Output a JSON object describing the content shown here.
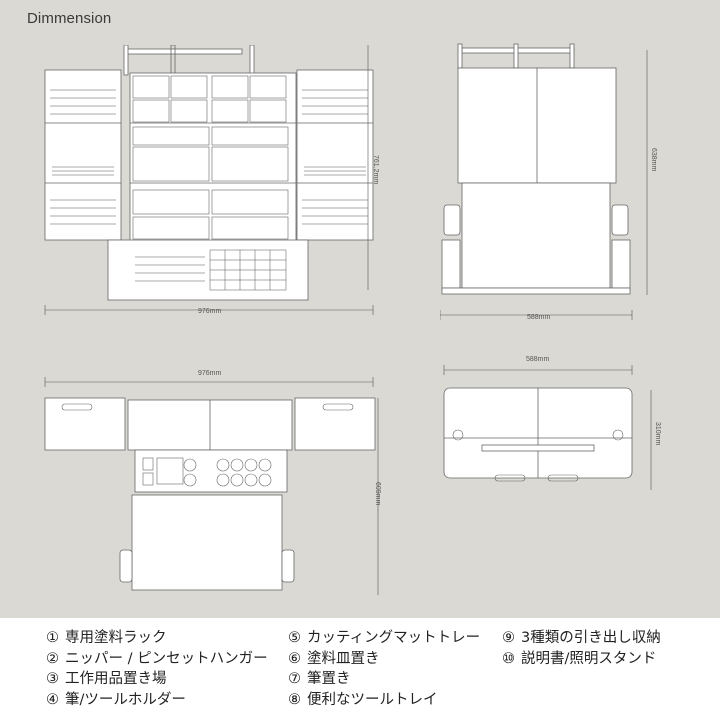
{
  "title": "Dimmension",
  "views": {
    "front": {
      "width_label": "976mm",
      "height_label": "761.2mm"
    },
    "side": {
      "width_label": "588mm",
      "height_label": "638mm"
    },
    "top_open": {
      "width_label": "976mm",
      "height_label": "609mm"
    },
    "top_closed": {
      "width_label": "588mm",
      "height_label": "310mm"
    }
  },
  "legend": {
    "items": [
      {
        "num": "①",
        "label": "専用塗料ラック"
      },
      {
        "num": "②",
        "label": "ニッパー / ピンセットハンガー"
      },
      {
        "num": "③",
        "label": "工作用品置き場"
      },
      {
        "num": "④",
        "label": "筆/ツールホルダー"
      },
      {
        "num": "⑤",
        "label": "カッティングマットトレー"
      },
      {
        "num": "⑥",
        "label": "塗料皿置き"
      },
      {
        "num": "⑦",
        "label": "筆置き"
      },
      {
        "num": "⑧",
        "label": "便利なツールトレイ"
      },
      {
        "num": "⑨",
        "label": "3種類の引き出し収納"
      },
      {
        "num": "⑩",
        "label": "説明書/照明スタンド"
      }
    ]
  },
  "colors": {
    "background": "#dbd9d3",
    "panel": "#ffffff",
    "line": "#666666",
    "text": "#222222"
  }
}
